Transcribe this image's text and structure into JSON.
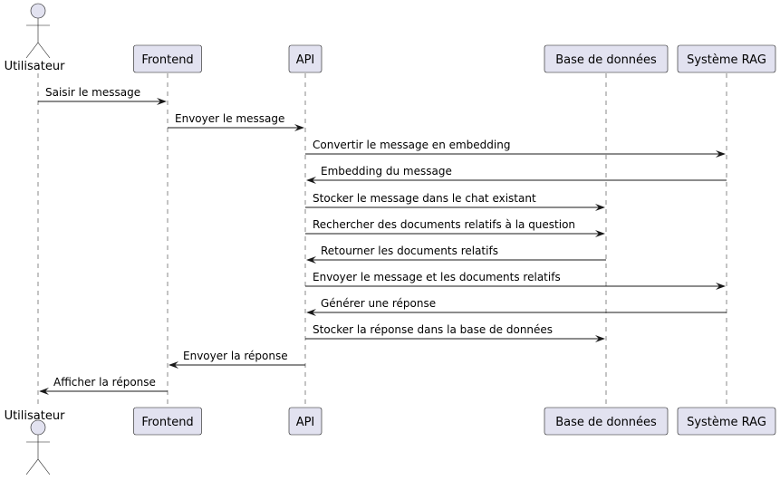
{
  "participants": [
    {
      "id": "user",
      "label": "Utilisateur",
      "kind": "actor"
    },
    {
      "id": "frontend",
      "label": "Frontend",
      "kind": "participant"
    },
    {
      "id": "api",
      "label": "API",
      "kind": "participant"
    },
    {
      "id": "db",
      "label": "Base de données",
      "kind": "participant"
    },
    {
      "id": "rag",
      "label": "Système RAG",
      "kind": "participant"
    }
  ],
  "messages": [
    {
      "from": "user",
      "to": "frontend",
      "label": "Saisir le message"
    },
    {
      "from": "frontend",
      "to": "api",
      "label": "Envoyer le message"
    },
    {
      "from": "api",
      "to": "rag",
      "label": "Convertir le message en embedding"
    },
    {
      "from": "rag",
      "to": "api",
      "label": "Embedding du message"
    },
    {
      "from": "api",
      "to": "db",
      "label": "Stocker le message dans le chat existant"
    },
    {
      "from": "api",
      "to": "db",
      "label": "Rechercher des documents relatifs à la question"
    },
    {
      "from": "db",
      "to": "api",
      "label": "Retourner les documents relatifs"
    },
    {
      "from": "api",
      "to": "rag",
      "label": "Envoyer le message et les documents relatifs"
    },
    {
      "from": "rag",
      "to": "api",
      "label": "Générer une réponse"
    },
    {
      "from": "api",
      "to": "db",
      "label": "Stocker la réponse dans la base de données"
    },
    {
      "from": "api",
      "to": "frontend",
      "label": "Envoyer la réponse"
    },
    {
      "from": "frontend",
      "to": "user",
      "label": "Afficher la réponse"
    }
  ],
  "colors": {
    "participant_fill": "#e2e2f0",
    "border": "#181818",
    "lifeline": "#8a8a8a"
  }
}
